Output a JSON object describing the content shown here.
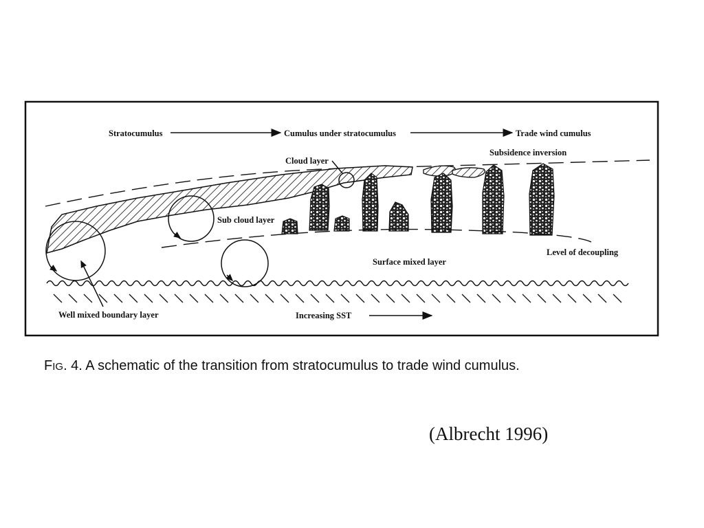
{
  "diagram": {
    "labels": {
      "stratocumulus": "Stratocumulus",
      "cumulus_under": "Cumulus under stratocumulus",
      "trade_wind": "Trade wind cumulus",
      "subsidence_inversion": "Subsidence inversion",
      "cloud_layer": "Cloud layer",
      "sub_cloud_layer": "Sub cloud layer",
      "level_of_decoupling": "Level of decoupling",
      "surface_mixed_layer": "Surface mixed layer",
      "well_mixed": "Well mixed boundary layer",
      "increasing_sst": "Increasing SST"
    }
  },
  "caption": {
    "fig_prefix": "F",
    "fig_small": "IG",
    "fig_rest": ". 4. A schematic of the transition from stratocumulus to trade wind cumulus."
  },
  "citation": "(Albrecht 1996)"
}
